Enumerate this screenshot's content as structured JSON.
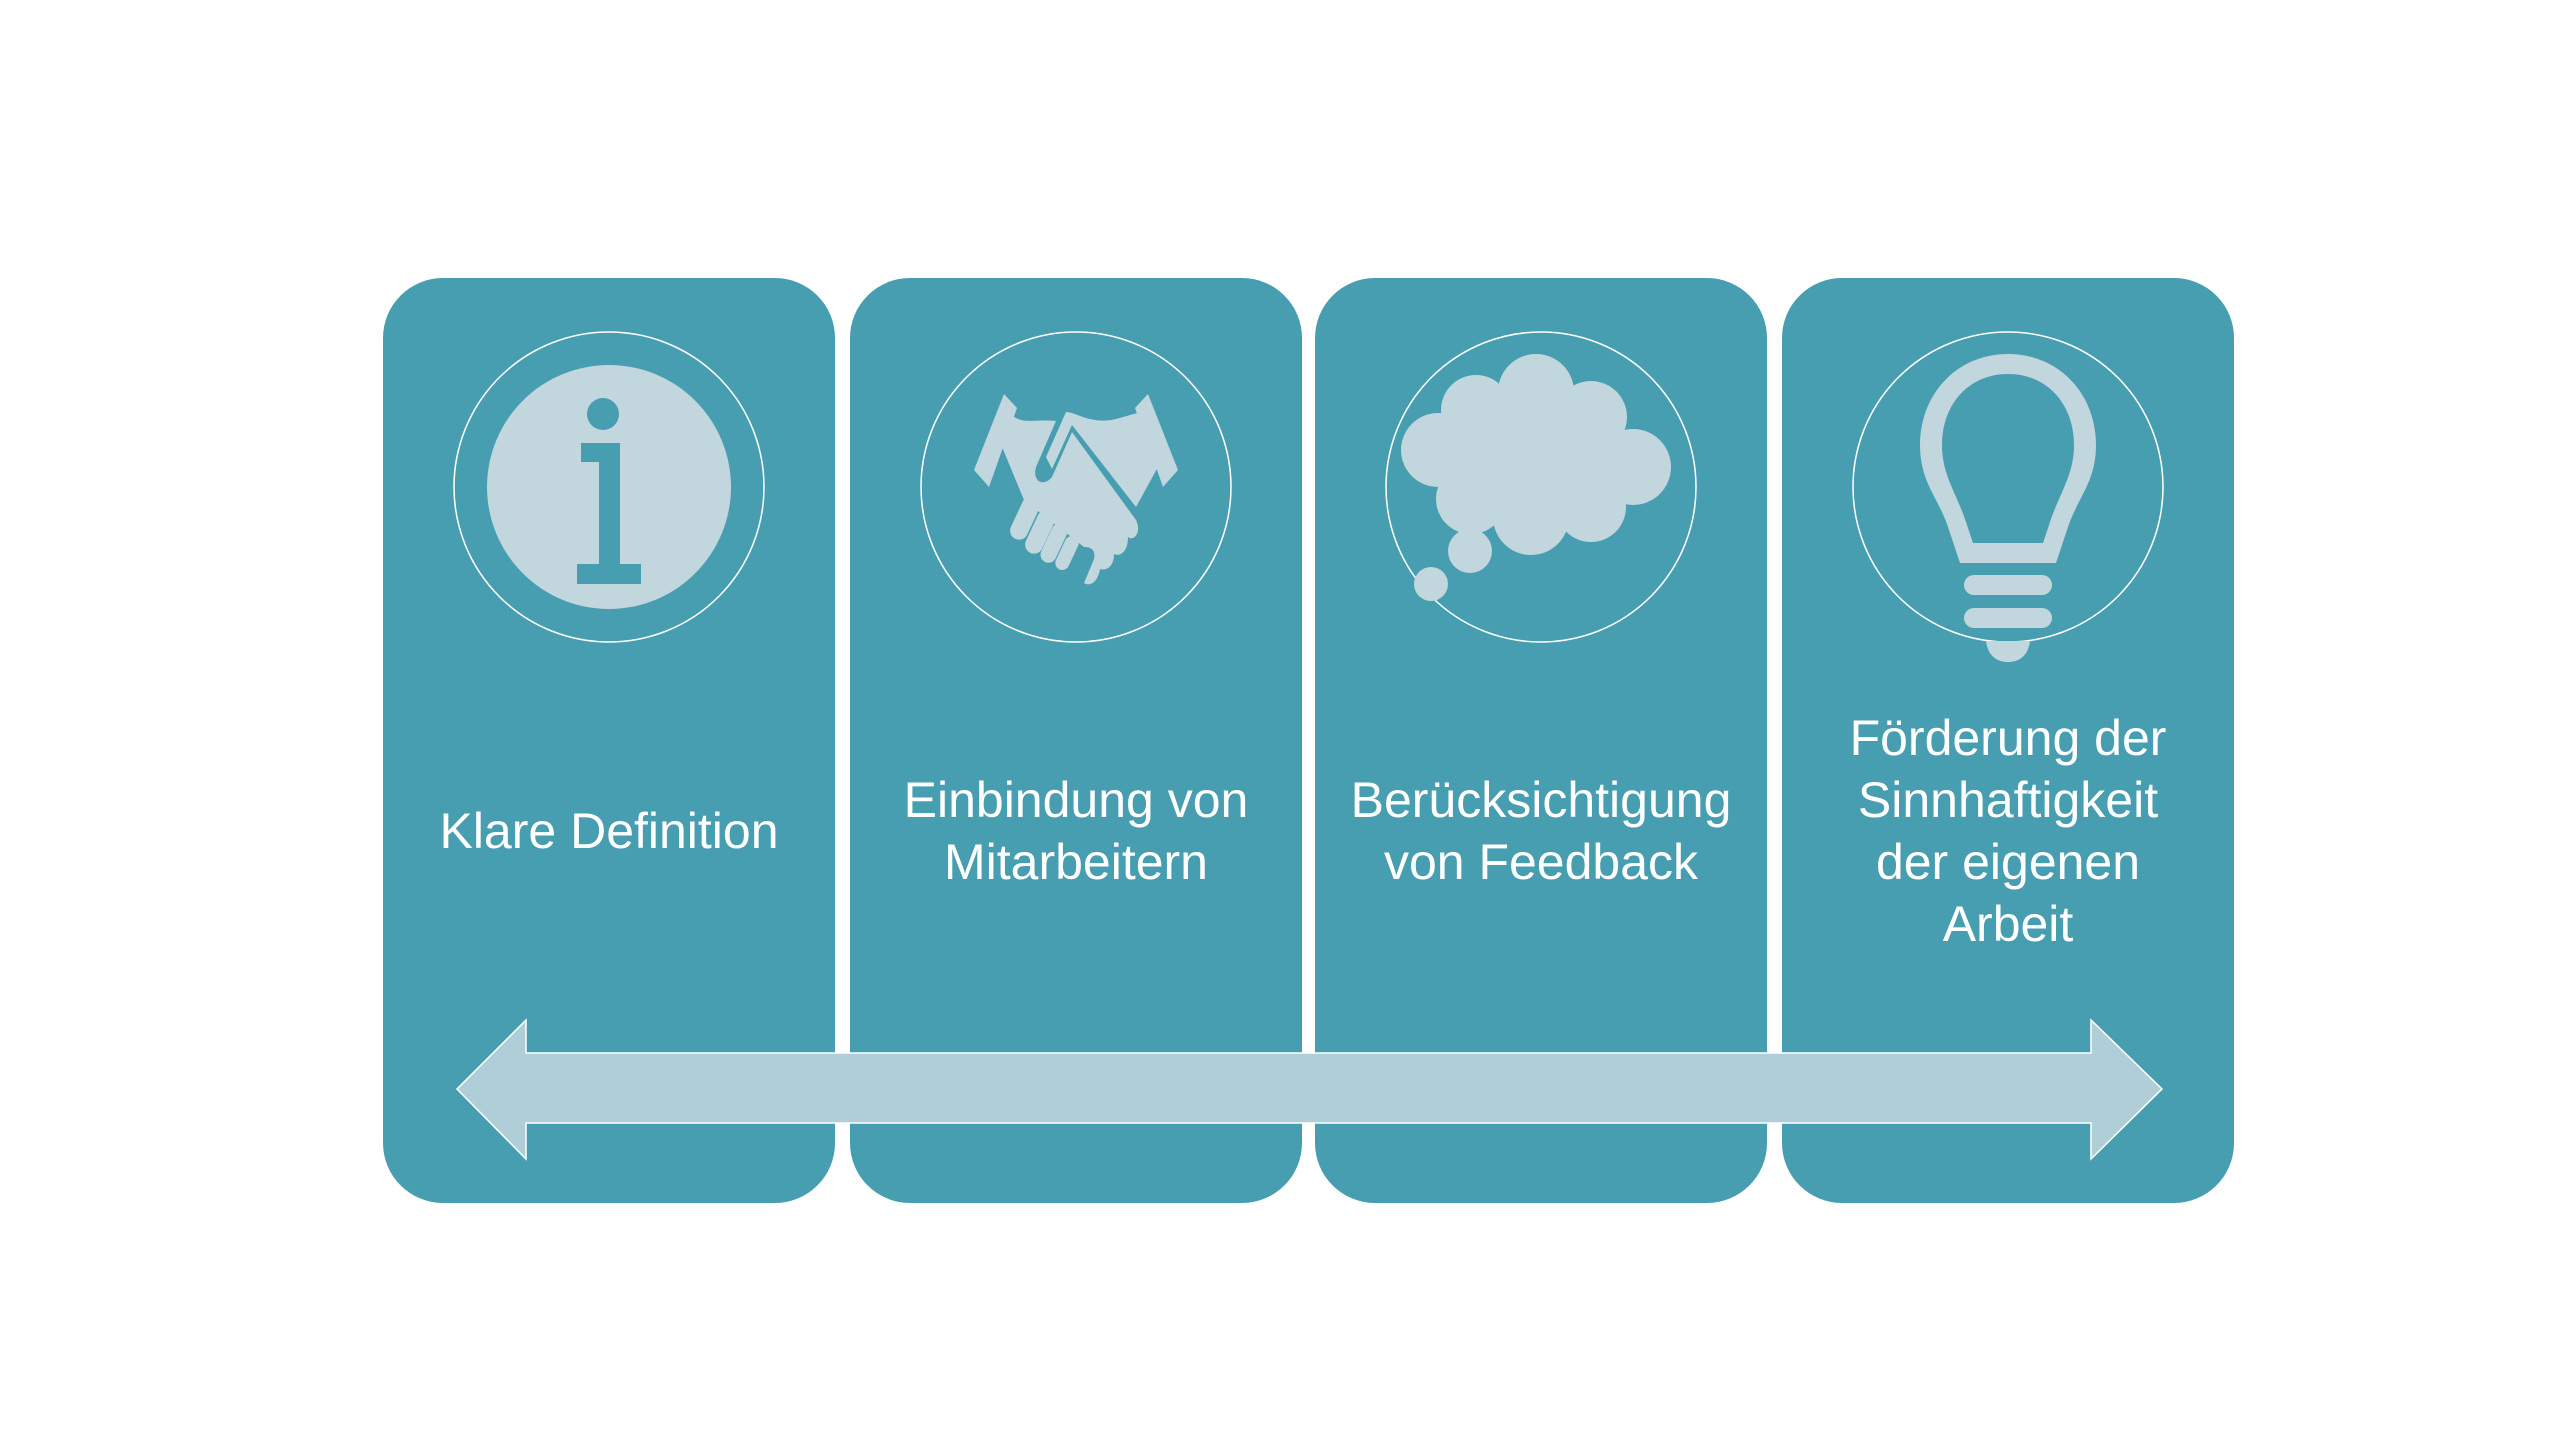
{
  "colors": {
    "card": "#489eb1",
    "icon": "#c1d6dd",
    "arrow": "#b0ced7",
    "background": "#ffffff"
  },
  "steps": [
    {
      "icon": "info-icon",
      "lines": [
        "Klare Definition"
      ]
    },
    {
      "icon": "handshake-icon",
      "lines": [
        "Einbindung von",
        "Mitarbeitern"
      ]
    },
    {
      "icon": "thought-cloud-icon",
      "lines": [
        "Berücksichtigung",
        "von Feedback"
      ]
    },
    {
      "icon": "lightbulb-icon",
      "lines": [
        "Förderung der",
        "Sinnhaftigkeit",
        "der eigenen",
        "Arbeit"
      ]
    }
  ]
}
